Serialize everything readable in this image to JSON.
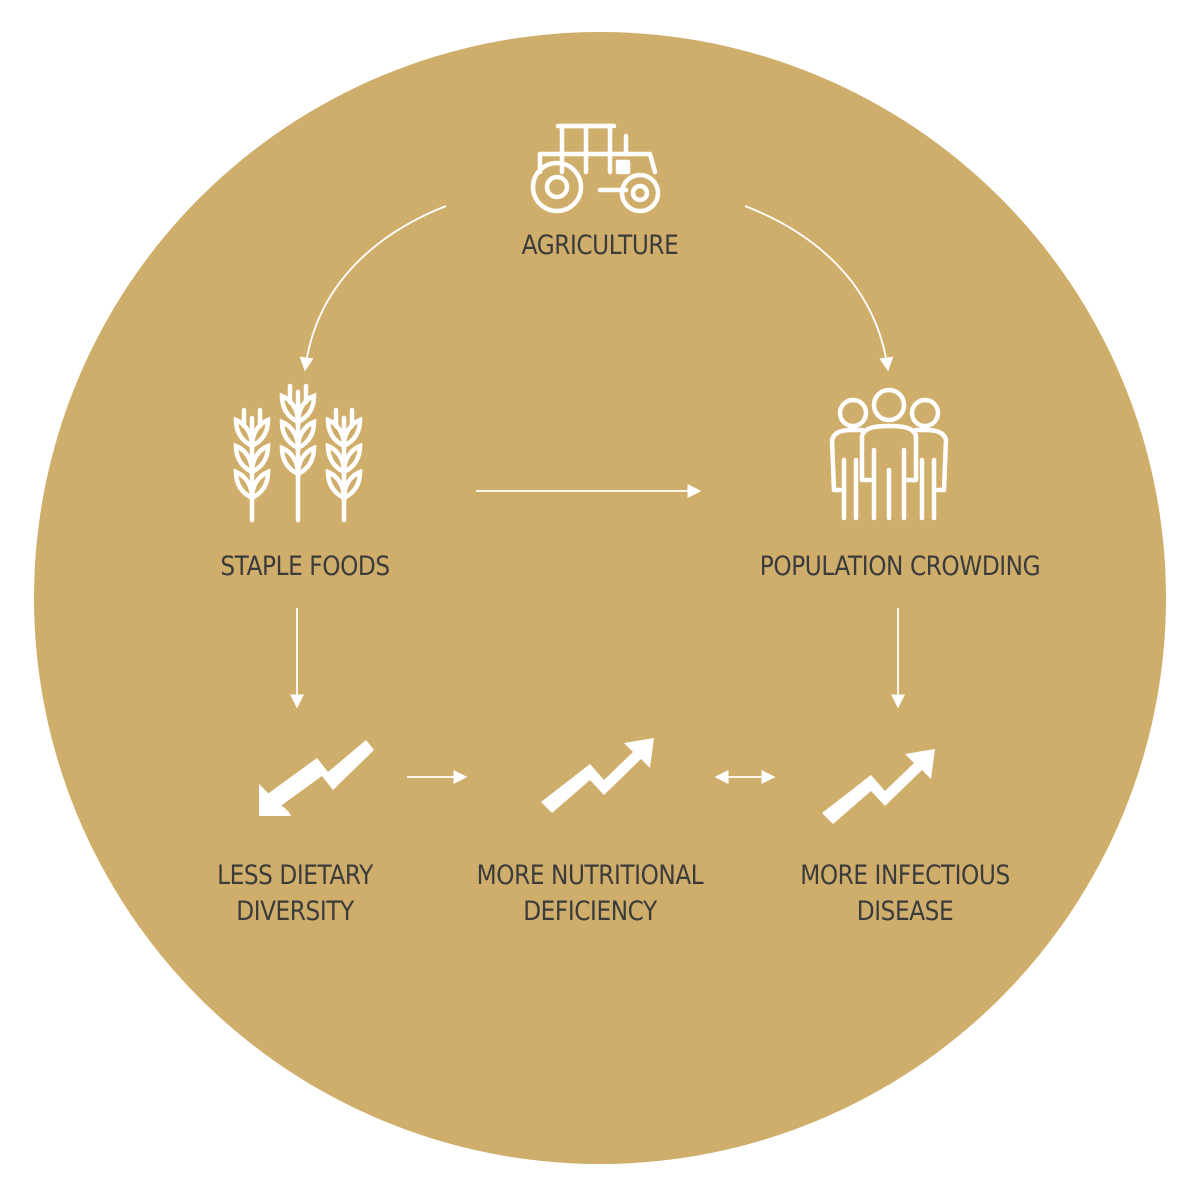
{
  "colors": {
    "circle": "#cfae6b",
    "foreground": "#ffffff",
    "text": "#3b3b3b"
  },
  "nodes": {
    "agriculture": {
      "label": "AGRICULTURE",
      "icon": "tractor-icon"
    },
    "staple_foods": {
      "label": "STAPLE FOODS",
      "icon": "wheat-icon"
    },
    "population_crowding": {
      "label": "POPULATION CROWDING",
      "icon": "people-group-icon"
    },
    "less_dietary_diversity": {
      "line1": "LESS DIETARY",
      "line2": "DIVERSITY",
      "icon": "trend-down-icon"
    },
    "more_nutritional_deficiency": {
      "line1": "MORE NUTRITIONAL",
      "line2": "DEFICIENCY",
      "icon": "trend-up-icon"
    },
    "more_infectious_disease": {
      "line1": "MORE INFECTIOUS",
      "line2": "DISEASE",
      "icon": "trend-up-icon"
    }
  },
  "edges": [
    {
      "from": "agriculture",
      "to": "staple_foods",
      "direction": "forward"
    },
    {
      "from": "agriculture",
      "to": "population_crowding",
      "direction": "forward"
    },
    {
      "from": "staple_foods",
      "to": "population_crowding",
      "direction": "forward"
    },
    {
      "from": "staple_foods",
      "to": "less_dietary_diversity",
      "direction": "forward"
    },
    {
      "from": "population_crowding",
      "to": "more_infectious_disease",
      "direction": "forward"
    },
    {
      "from": "less_dietary_diversity",
      "to": "more_nutritional_deficiency",
      "direction": "forward"
    },
    {
      "from": "more_nutritional_deficiency",
      "to": "more_infectious_disease",
      "direction": "both"
    }
  ]
}
